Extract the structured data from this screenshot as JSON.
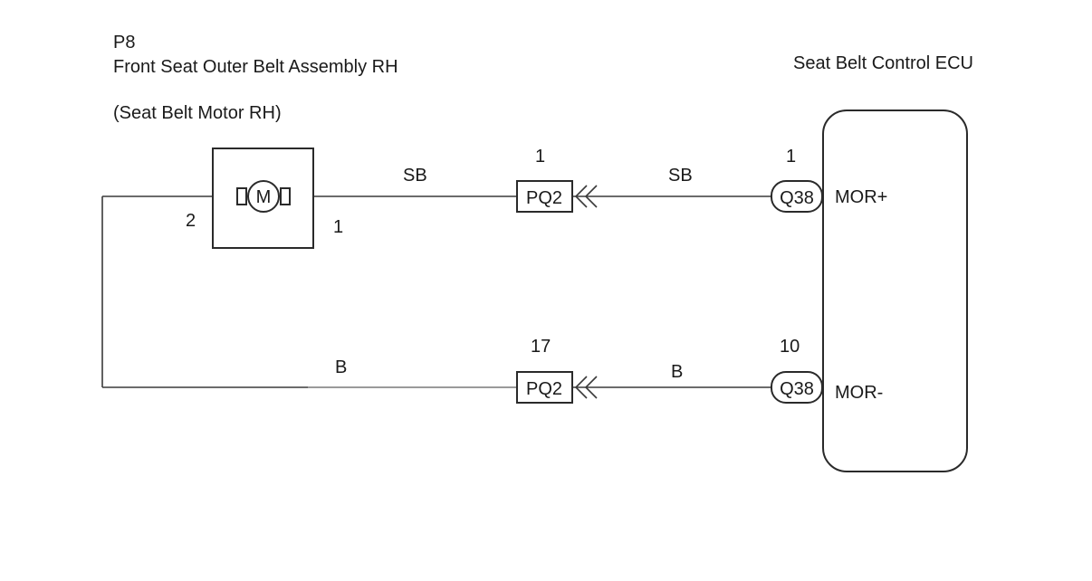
{
  "component": {
    "code": "P8",
    "name": "Front Seat Outer Belt Assembly RH",
    "sub_name": "(Seat Belt Motor RH)",
    "motor_symbol": "M",
    "pin_left": "2",
    "pin_right": "1"
  },
  "ecu": {
    "name": "Seat Belt Control ECU",
    "terminal_plus": "MOR+",
    "terminal_minus": "MOR-"
  },
  "circuits": [
    {
      "id": "mor-plus",
      "wire_color_left": "SB",
      "wire_color_right": "SB",
      "junction_connector": "PQ2",
      "junction_pin": "1",
      "ecu_connector": "Q38",
      "ecu_pin": "1"
    },
    {
      "id": "mor-minus",
      "wire_color_left": "B",
      "wire_color_right": "B",
      "junction_connector": "PQ2",
      "junction_pin": "17",
      "ecu_connector": "Q38",
      "ecu_pin": "10"
    }
  ],
  "colors": {
    "line": "#3a3a3a",
    "b_wire": "#9a9a9a",
    "text": "#1a1a1a"
  }
}
